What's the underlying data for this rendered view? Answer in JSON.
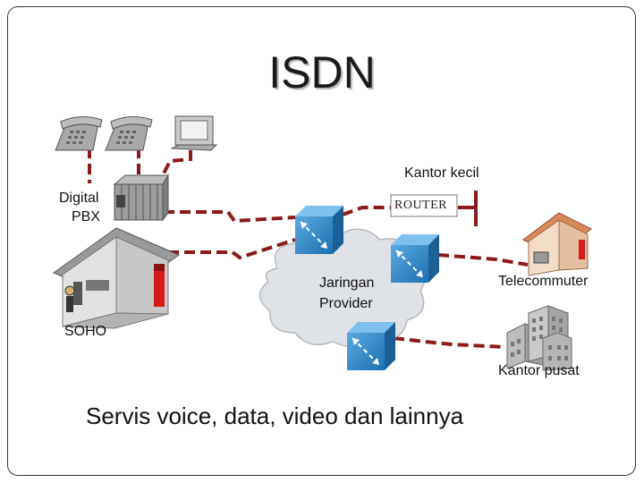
{
  "title": "ISDN",
  "labels": {
    "kantor_kecil": "Kantor kecil",
    "digital": "Digital",
    "pbx": "PBX",
    "router": "ROUTER",
    "telecommuter": "Telecommuter",
    "jaringan": "Jaringan",
    "provider": "Provider",
    "soho": "SOHO",
    "kantor_pusat": "Kantor pusat"
  },
  "caption": "Servis voice, data, video dan lainnya",
  "colors": {
    "line": "#8b1a1a",
    "switch": "#2a83c8",
    "cloud": "#dfe2e6",
    "house_wall": "#cfcfcf",
    "house_roof": "#9a9a9a",
    "red_jack": "#d81c1c",
    "orange_roof": "#d98a5a"
  },
  "icons": [
    "phone-icon",
    "computer-icon",
    "pbx-icon",
    "switch-icon",
    "cloud-icon",
    "house-icon",
    "building-icon",
    "router-icon"
  ]
}
